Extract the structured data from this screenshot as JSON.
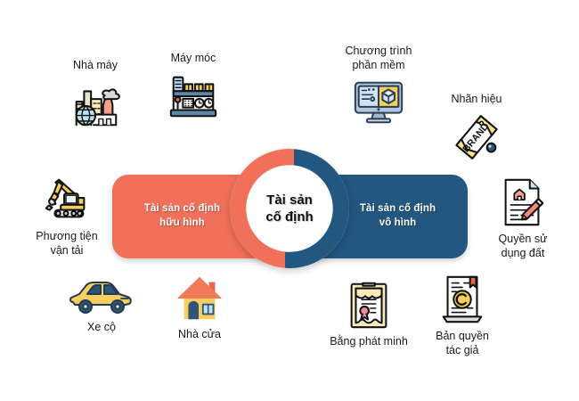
{
  "diagram": {
    "title": "Tài sản cố định",
    "center": {
      "line1": "Tài sản",
      "line2": "cố định",
      "ring_left_color": "#F0705A",
      "ring_right_color": "#23577F"
    },
    "branches": [
      {
        "id": "tangible",
        "line1": "Tài sản cố định",
        "line2": "hữu hình",
        "color": "#F0705A",
        "side": "left"
      },
      {
        "id": "intangible",
        "line1": "Tài sản cố định",
        "line2": "vô hình",
        "color": "#23577F",
        "side": "right"
      }
    ]
  },
  "nodes": [
    {
      "id": "nha-may",
      "label": "Nhà máy",
      "icon": "factory-icon",
      "branch": "tangible"
    },
    {
      "id": "may-moc",
      "label": "Máy móc",
      "icon": "machinery-icon",
      "branch": "tangible"
    },
    {
      "id": "phuong-tien",
      "label": "Phương tiện\nvận tải",
      "icon": "excavator-icon",
      "branch": "tangible"
    },
    {
      "id": "xe-co",
      "label": "Xe cộ",
      "icon": "car-icon",
      "branch": "tangible"
    },
    {
      "id": "nha-cua",
      "label": "Nhà cửa",
      "icon": "house-icon",
      "branch": "tangible"
    },
    {
      "id": "phan-mem",
      "label": "Chương trình\nphần mềm",
      "icon": "software-icon",
      "branch": "intangible"
    },
    {
      "id": "nhan-hieu",
      "label": "Nhãn hiệu",
      "icon": "brand-tag-icon",
      "branch": "intangible"
    },
    {
      "id": "quyen-su-dung",
      "label": "Quyền sử\ndụng đất",
      "icon": "land-deed-icon",
      "branch": "intangible"
    },
    {
      "id": "ban-quyen",
      "label": "Bản quyền\ntác giả",
      "icon": "copyright-icon",
      "branch": "intangible"
    },
    {
      "id": "bang-phat-minh",
      "label": "Bằng phát minh",
      "icon": "patent-icon",
      "branch": "intangible"
    }
  ],
  "icon_text": {
    "brand_tag": "BRAND",
    "copyright_symbol": "C"
  },
  "palette": {
    "coral": "#F0705A",
    "blue": "#23577F",
    "yellow": "#F7CF5E",
    "light_blue": "#BBD8EF",
    "outline": "#111111",
    "background": "#FFFFFF"
  }
}
